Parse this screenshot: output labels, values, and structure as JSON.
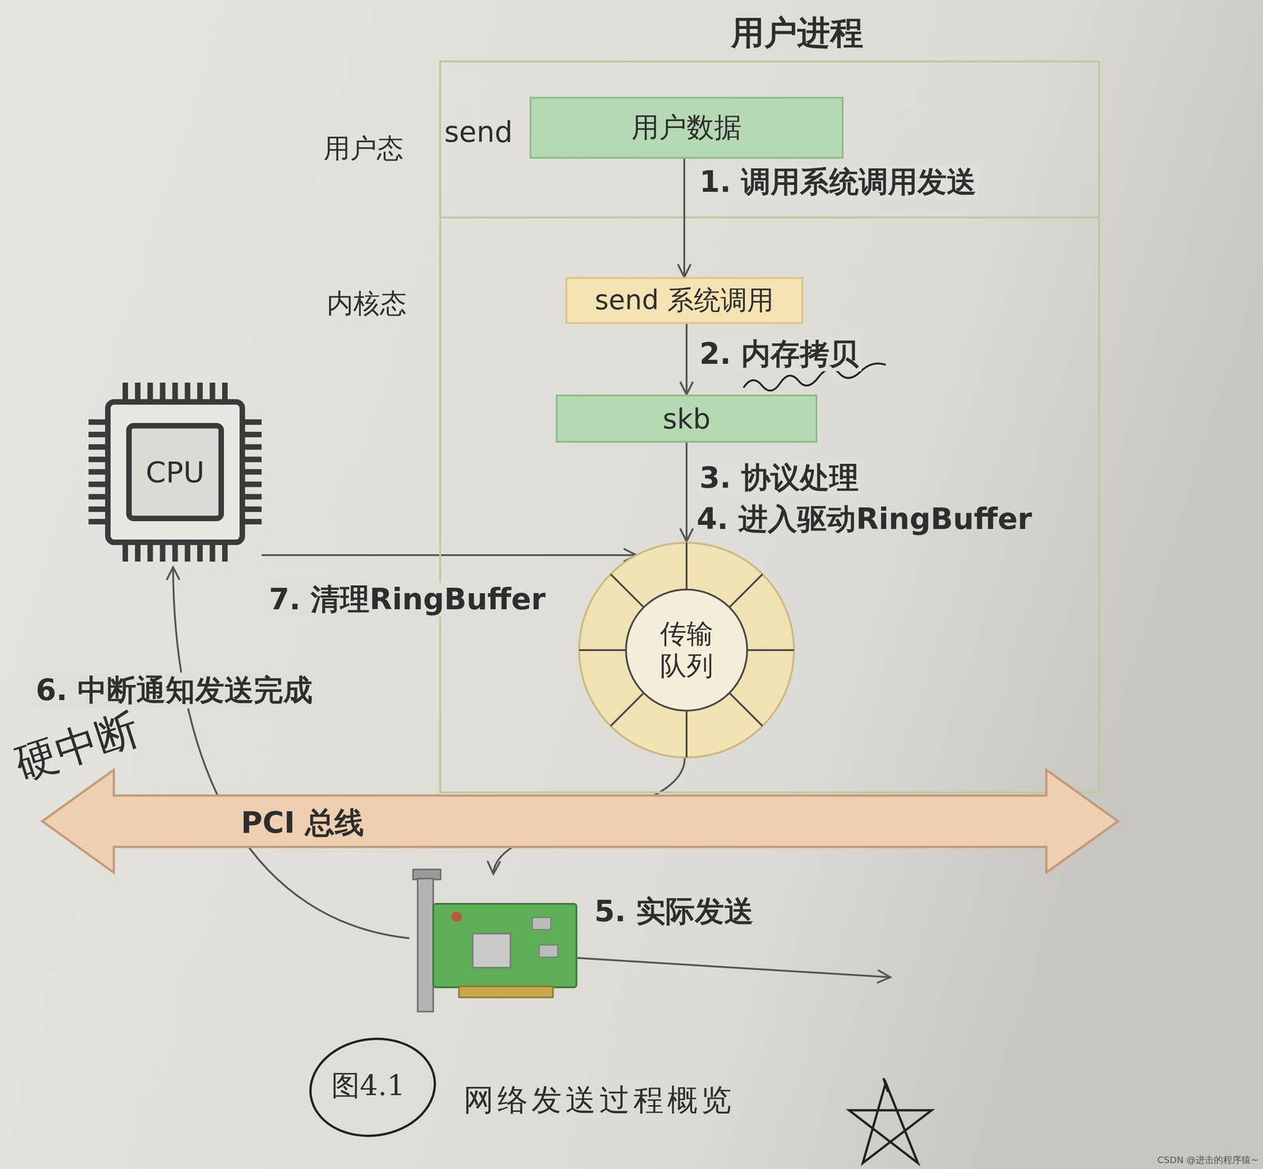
{
  "diagram": {
    "caption": "网络发送过程概览",
    "nodes": [
      {
        "text": [
          "用户进程"
        ]
      },
      {
        "text": [
          "用户数据"
        ],
        "in": 0
      },
      {
        "text": [
          "send 系统调用"
        ],
        "in": 0
      },
      {
        "text": [
          "skb"
        ],
        "in": 0
      },
      {
        "text": [
          "传输 队列"
        ],
        "in": 0
      },
      {
        "text": [
          "CPU"
        ]
      },
      {
        "text": [
          "PCI 总线"
        ]
      }
    ],
    "edges": [
      {
        "from": 1,
        "to": 2,
        "label": "1. 调用系统调用发送",
        "arrow": "to"
      },
      {
        "from": 2,
        "to": 3,
        "label": "2. 内存拷贝",
        "arrow": "to"
      },
      {
        "from": 3,
        "to": 4,
        "label": "3. 协议处理",
        "arrow": "to"
      },
      {
        "from": 5,
        "to": 4,
        "label": "7. 清理RingBuffer",
        "arrow": "to"
      }
    ],
    "labels": [
      "用户态",
      "send",
      "内核态",
      "4. 进入驱动RingBuffer",
      "6. 中断通知发送完成",
      "硬中断",
      "5. 实际发送",
      "图4.1",
      "CSDN @进击的程序猿~"
    ]
  }
}
